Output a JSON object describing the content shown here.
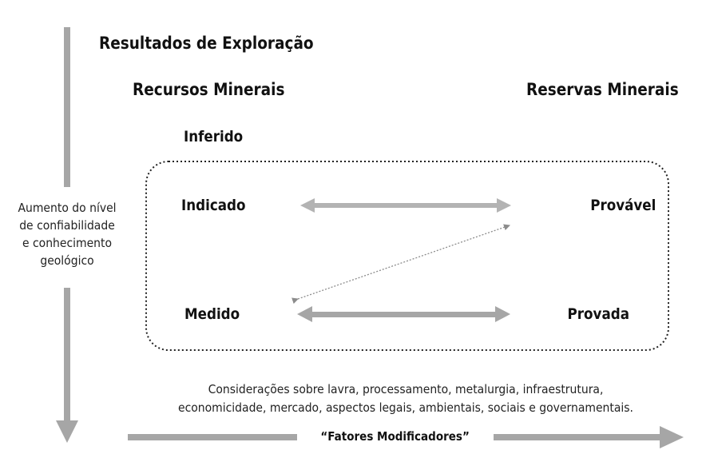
{
  "headings": {
    "exploration_results": "Resultados de Exploração",
    "mineral_resources": "Recursos Minerais",
    "mineral_reserves": "Reservas Minerais"
  },
  "resources": {
    "inferred": "Inferido",
    "indicated": "Indicado",
    "measured": "Medido"
  },
  "reserves": {
    "probable": "Provável",
    "proven": "Provada"
  },
  "side_label": {
    "lines": [
      "Aumento do nível",
      "de confiabilidade",
      "e conhecimento",
      "geológico"
    ]
  },
  "considerations": {
    "lines": [
      "Considerações sobre lavra, processamento, metalurgia, infraestrutura,",
      "economicidade, mercado,  aspectos legais, ambientais, sociais e governamentais."
    ]
  },
  "modifying_factors_label": "“Fatores Modificadores”",
  "colors": {
    "arrow_gray": "#a6a6a6",
    "dotted_border": "#222222",
    "text": "#111111"
  }
}
